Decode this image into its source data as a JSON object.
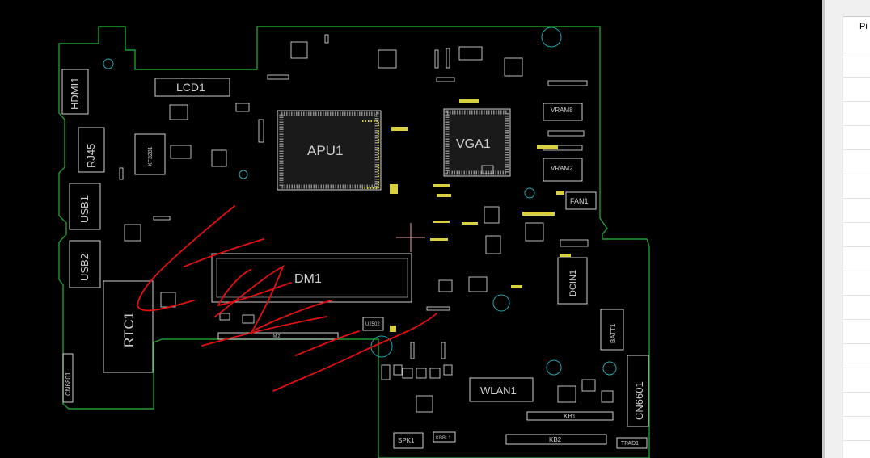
{
  "side_panel": {
    "pin_header": "Pi"
  },
  "labels": {
    "hdmi": "HDMI1",
    "rj45": "RJ45",
    "usb1": "USB1",
    "usb2": "USB2",
    "rtc": "RTC1",
    "cn6801": "CN6801",
    "lcd": "LCD1",
    "xf": "XF3281",
    "apu": "APU1",
    "vga": "VGA1",
    "vram8": "VRAM8",
    "vram2": "VRAM2",
    "fan": "FAN1",
    "dm": "DM1",
    "u2502": "U2502",
    "m2": "M.2",
    "dcin": "DCIN1",
    "batt": "BATT1",
    "cn6601": "CN6601",
    "wlan": "WLAN1",
    "kb1": "KB1",
    "kb2": "KB2",
    "spk": "SPK1",
    "kbbl": "KBBL1",
    "tpad": "TPAD1"
  },
  "colors": {
    "background": "#000000",
    "board_outline": "#1f9a2e",
    "silkscreen": "#cfcfcf",
    "highlight_pads": "#d8d040",
    "annotation": "#e01010",
    "cursor": "#e8a0a0"
  }
}
